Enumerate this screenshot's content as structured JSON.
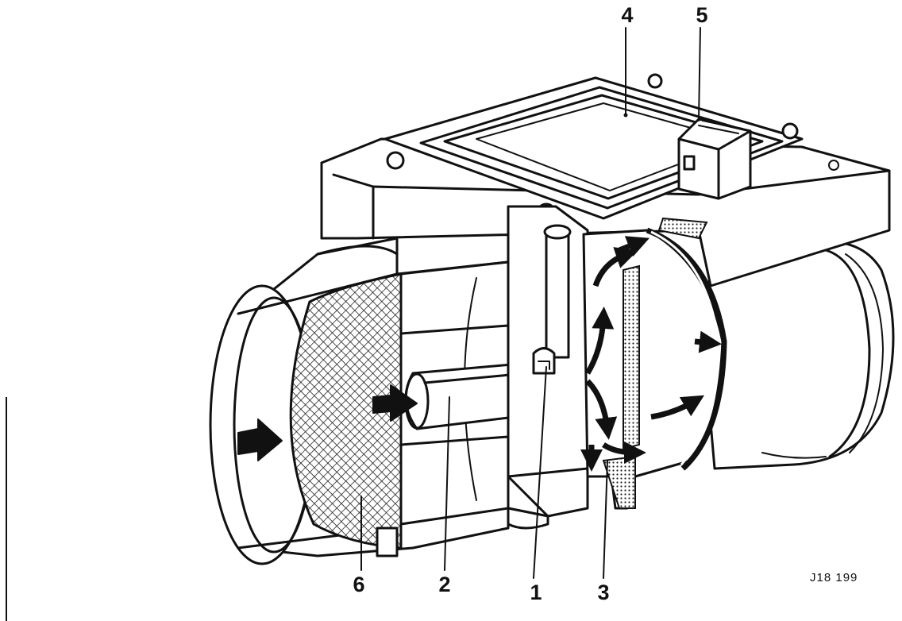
{
  "diagram": {
    "labels": [
      {
        "id": "label-1",
        "text": "1"
      },
      {
        "id": "label-2",
        "text": "2"
      },
      {
        "id": "label-3",
        "text": "3"
      },
      {
        "id": "label-4",
        "text": "4"
      },
      {
        "id": "label-5",
        "text": "5"
      },
      {
        "id": "label-6",
        "text": "6"
      }
    ],
    "reference_code": "J18 199"
  }
}
